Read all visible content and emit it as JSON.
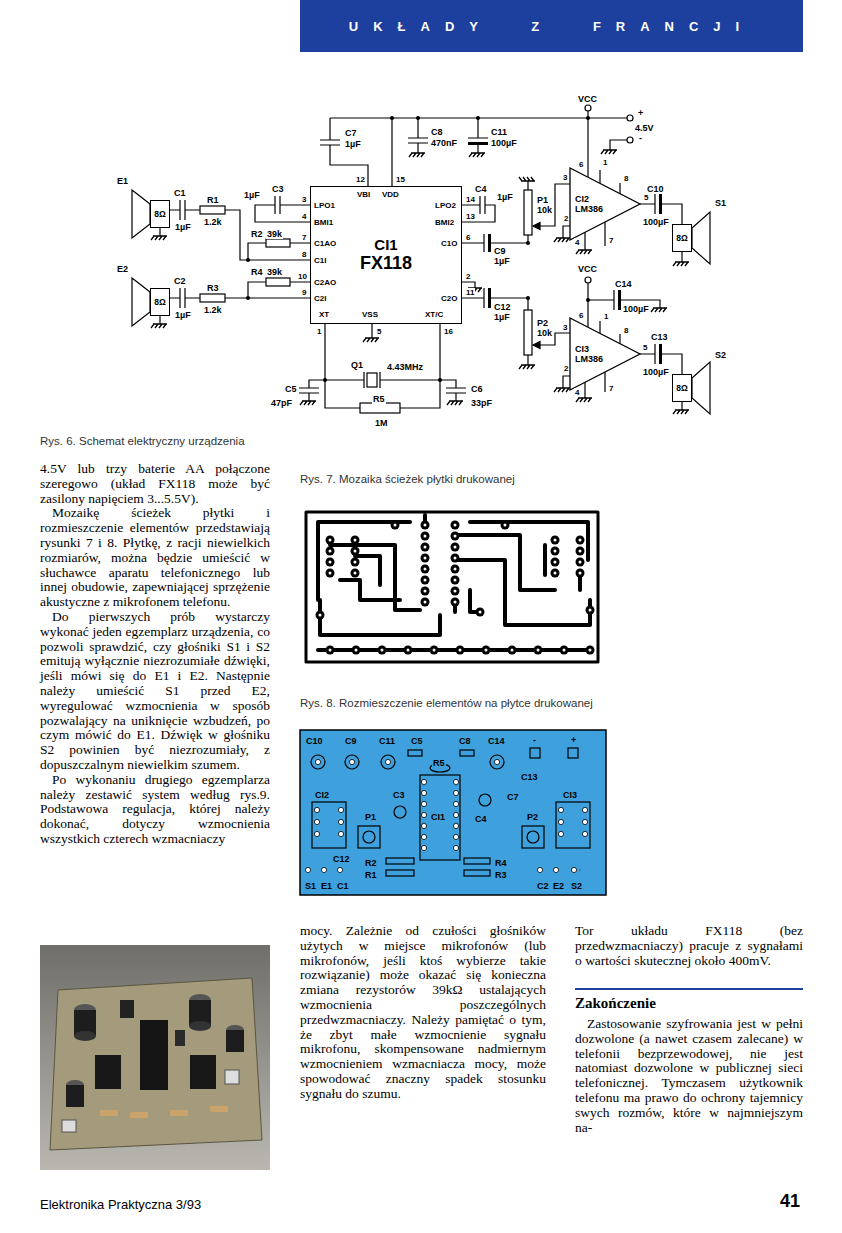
{
  "diagram": {
    "nodes": [
      {
        "text": [
          "UKŁADY Z FRANCJI"
        ]
      },
      {
        "text": [
          "CI1",
          "FX118"
        ]
      },
      {
        "text": [
          "CI2",
          "LM386"
        ]
      },
      {
        "text": [
          "CI3",
          "LM386"
        ]
      },
      {
        "text": [
          "8Ω"
        ]
      },
      {
        "text": [
          "8Ω"
        ]
      },
      {
        "text": [
          "8Ω"
        ]
      },
      {
        "text": [
          "8Ω"
        ]
      }
    ],
    "labels": [
      "Rys. 6. Schemat elektryczny urządzenia",
      "Rys. 7. Mozaika ścieżek płytki drukowanej",
      "Rys. 8. Rozmieszczenie elementów na płytce drukowanej",
      "4.5V lub trzy baterie AA połączone szeregowo (układ FX118 może być zasilony napięciem 3...5.5V).",
      "Mozaikę ścieżek płytki i rozmieszczenie elementów przedstawiają rysunki 7 i 8. Płytkę, z racji niewielkich rozmiarów, można będzie umieścić w słuchawce aparatu telefonicznego lub innej obudowie, zapewniającej sprzężenie akustyczne z mikrofonem telefonu.",
      "Do pierwszych prób wystarczy wykonać jeden egzemplarz urządzenia, co pozwoli sprawdzić, czy głośniki S1 i S2 emitują wyłącznie niezrozumiałe dźwięki, jeśli mówi się do E1 i E2. Następnie należy umieścić S1 przed E2, wyregulować wzmocnienia w sposób pozwalający na uniknięcie wzbudzeń, po czym mówić do E1. Dźwięk w głośniku S2 powinien być niezrozumiały, z dopuszczalnym niewielkim szumem.",
      "Po wykonaniu drugiego egzemplarza należy zestawić system według rys.9. Podstawowa regulacja, której należy dokonać, dotyczy wzmocnienia wszystkich czterech wzmacniaczy",
      "mocy. Zależnie od czułości głośników użytych w miejsce mikrofonów (lub mikrofonów, jeśli ktoś wybierze takie rozwiązanie) może okazać się konieczna zmiana rezystorów 39kΩ ustalających wzmocnienia poszczególnych przedwzmacniaczy. Należy pamiętać o tym, że zbyt małe wzmocnienie sygnału mikrofonu, skompensowane nadmiernym wzmocnieniem wzmacniacza mocy, może spowodować znaczny spadek stosunku sygnału do szumu.",
      "Tor układu FX118 (bez przedwzmacniaczy) pracuje z sygnałami o wartości skutecznej około 400mV.",
      "Zakończenie",
      "Zastosowanie szyfrowania jest w pełni dozwolone (a nawet czasem zalecane) w telefonii bezprzewodowej, nie jest natomiast dozwolone w publicznej sieci telefonicznej. Tymczasem użytkownik telefonu ma prawo do ochrony tajemnicy swych rozmów, które w najmniejszym na-",
      "Elektronika Praktyczna 3/93",
      "41",
      "VCC",
      "+",
      "4.5V",
      "-",
      "C7",
      "1µF",
      "C8",
      "470nF",
      "C11",
      "100µF",
      "E1",
      "C1",
      "1µF",
      "R1",
      "1.2k",
      "C3",
      "1µF",
      "R2",
      "39k",
      "R4",
      "39k",
      "E2",
      "C2",
      "1µF",
      "R3",
      "1.2k",
      "12",
      "15",
      "VBI",
      "VDD",
      "3",
      "LPO1",
      "4",
      "BMI1",
      "7",
      "C1AO",
      "8",
      "C1I",
      "10",
      "C2AO",
      "9",
      "C2I",
      "LPO2",
      "14",
      "BMI2",
      "13",
      "C1O",
      "6",
      "2",
      "C2O",
      "11",
      "XT",
      "VSS",
      "XT/C",
      "1",
      "5",
      "16",
      "C4",
      "1µF",
      "C9",
      "1µF",
      "C12",
      "1µF",
      "P1",
      "10k",
      "P2",
      "10k",
      "6",
      "1",
      "3",
      "8",
      "2",
      "5",
      "4",
      "7",
      "C10",
      "100µF",
      "S1",
      "VCC",
      "C14",
      "100µF",
      "6",
      "1",
      "3",
      "8",
      "2",
      "5",
      "4",
      "7",
      "C13",
      "100µF",
      "S2",
      "C5",
      "47pF",
      "Q1",
      "4.43MHz",
      "C6",
      "33pF",
      "R5",
      "1M",
      "C10",
      "C9",
      "C11",
      "C5",
      "C8",
      "C14",
      "-",
      "+",
      "R5",
      "CI2",
      "C3",
      "P1",
      "CI1",
      "C4",
      "C7",
      "P2",
      "CI3",
      "C13",
      "C12",
      "R2",
      "R1",
      "R4",
      "R3",
      "S1",
      "E1",
      "C1",
      "C2",
      "E2",
      "S2"
    ]
  }
}
